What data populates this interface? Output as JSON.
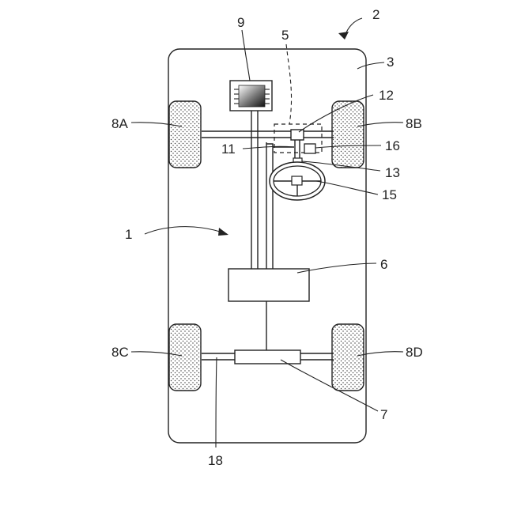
{
  "labels": {
    "l2": "2",
    "l3": "3",
    "l5": "5",
    "l9": "9",
    "l12": "12",
    "l16": "16",
    "l11": "11",
    "l13": "13",
    "l15": "15",
    "l8a": "8A",
    "l8b": "8B",
    "l8c": "8C",
    "l8d": "8D",
    "l1": "1",
    "l6": "6",
    "l7": "7",
    "l18": "18"
  }
}
